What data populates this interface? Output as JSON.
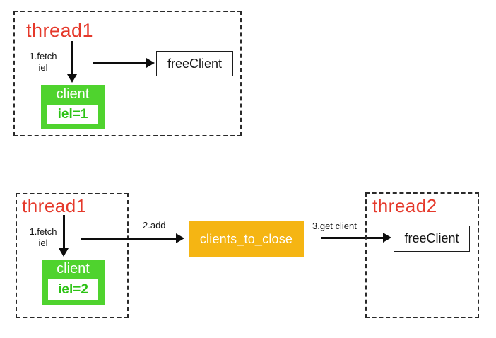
{
  "colors": {
    "red": "#e5392b",
    "green": "#4fd32e",
    "orange": "#f5b513",
    "ink": "#141414"
  },
  "top_section": {
    "thread_label": "thread1",
    "fetch_step": {
      "line1": "1.fetch",
      "line2": "iel"
    },
    "client_node": {
      "title": "client",
      "value": "iel=1"
    },
    "free_client_node": {
      "label": "freeClient"
    }
  },
  "bottom_section": {
    "thread1": {
      "thread_label": "thread1",
      "fetch_step": {
        "line1": "1.fetch",
        "line2": "iel"
      },
      "client_node": {
        "title": "client",
        "value": "iel=2"
      }
    },
    "add_step_label": "2.add",
    "queue_node": {
      "label": "clients_to_close"
    },
    "get_step_label": "3.get client",
    "thread2": {
      "thread_label": "thread2",
      "free_client_node": {
        "label": "freeClient"
      }
    }
  }
}
